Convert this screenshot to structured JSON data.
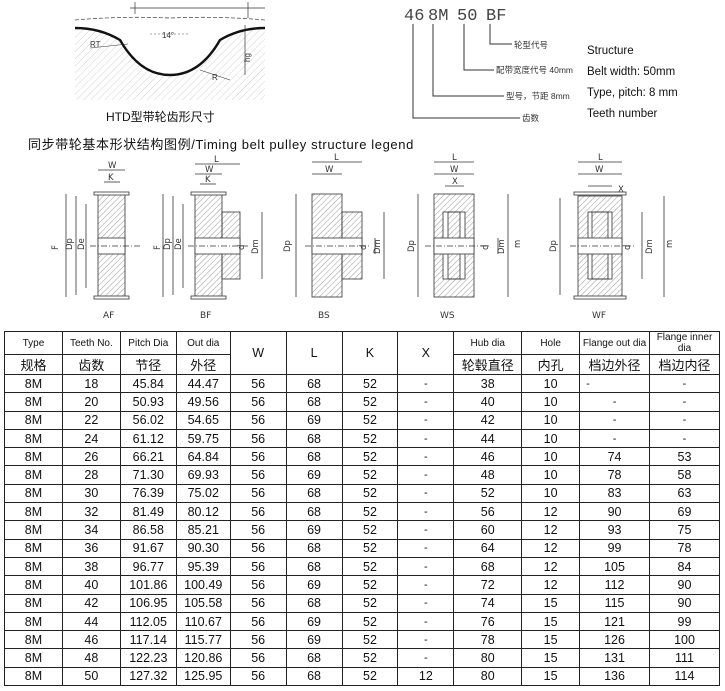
{
  "tooth_profile": {
    "caption": "HTD型带轮齿形尺寸",
    "labels": {
      "angle": "14°",
      "rt": "RT",
      "r": "R",
      "hg": "hg"
    }
  },
  "designation": {
    "codes": {
      "teeth": "46",
      "pitch": "8M",
      "width": "50",
      "type": "BF"
    },
    "cn_labels": {
      "type": "轮型代号",
      "width": "配带宽度代号 40mm",
      "pitch": "型号，节距 8mm",
      "teeth": "齿数"
    },
    "en_labels": {
      "structure": "Structure",
      "width": "Belt width: 50mm",
      "type": "Type, pitch: 8 mm",
      "teeth": "Teeth number"
    }
  },
  "section_title": "同步带轮基本形状结构图例/Timing belt pulley structure legend",
  "figures": [
    {
      "label": "AF"
    },
    {
      "label": "BF"
    },
    {
      "label": "BS"
    },
    {
      "label": "WS"
    },
    {
      "label": "WF"
    }
  ],
  "dim_labels": {
    "L": "L",
    "W": "W",
    "K": "K",
    "X": "X",
    "F": "F",
    "Dp": "Dp",
    "De": "De",
    "Dm": "Dm",
    "d": "d",
    "m": "m"
  },
  "table": {
    "headers_en": [
      "Type",
      "Teeth No.",
      "Pitch Dia",
      "Out dia",
      "W",
      "L",
      "K",
      "X",
      "Hub dia",
      "Hole",
      "Flange out dia",
      "Flange inner dia"
    ],
    "headers_cn": [
      "规格",
      "齿数",
      "节径",
      "外径",
      "",
      "",
      "",
      "",
      "轮毂直径",
      "内孔",
      "档边外径",
      "档边内径"
    ],
    "rows": [
      [
        "8M",
        "18",
        "45.84",
        "44.47",
        "56",
        "68",
        "52",
        "-",
        "38",
        "10",
        "-",
        "-"
      ],
      [
        "8M",
        "20",
        "50.93",
        "49.56",
        "56",
        "68",
        "52",
        "-",
        "40",
        "10",
        "-",
        "-"
      ],
      [
        "8M",
        "22",
        "56.02",
        "54.65",
        "56",
        "69",
        "52",
        "-",
        "42",
        "10",
        "-",
        "-"
      ],
      [
        "8M",
        "24",
        "61.12",
        "59.75",
        "56",
        "68",
        "52",
        "-",
        "44",
        "10",
        "-",
        "-"
      ],
      [
        "8M",
        "26",
        "66.21",
        "64.84",
        "56",
        "68",
        "52",
        "-",
        "46",
        "10",
        "74",
        "53"
      ],
      [
        "8M",
        "28",
        "71.30",
        "69.93",
        "56",
        "69",
        "52",
        "-",
        "48",
        "10",
        "78",
        "58"
      ],
      [
        "8M",
        "30",
        "76.39",
        "75.02",
        "56",
        "68",
        "52",
        "-",
        "52",
        "10",
        "83",
        "63"
      ],
      [
        "8M",
        "32",
        "81.49",
        "80.12",
        "56",
        "68",
        "52",
        "-",
        "56",
        "12",
        "90",
        "69"
      ],
      [
        "8M",
        "34",
        "86.58",
        "85.21",
        "56",
        "69",
        "52",
        "-",
        "60",
        "12",
        "93",
        "75"
      ],
      [
        "8M",
        "36",
        "91.67",
        "90.30",
        "56",
        "68",
        "52",
        "-",
        "64",
        "12",
        "99",
        "78"
      ],
      [
        "8M",
        "38",
        "96.77",
        "95.39",
        "56",
        "68",
        "52",
        "-",
        "68",
        "12",
        "105",
        "84"
      ],
      [
        "8M",
        "40",
        "101.86",
        "100.49",
        "56",
        "69",
        "52",
        "-",
        "72",
        "12",
        "112",
        "90"
      ],
      [
        "8M",
        "42",
        "106.95",
        "105.58",
        "56",
        "68",
        "52",
        "-",
        "74",
        "15",
        "115",
        "90"
      ],
      [
        "8M",
        "44",
        "112.05",
        "110.67",
        "56",
        "69",
        "52",
        "-",
        "76",
        "15",
        "121",
        "99"
      ],
      [
        "8M",
        "46",
        "117.14",
        "115.77",
        "56",
        "69",
        "52",
        "-",
        "78",
        "15",
        "126",
        "100"
      ],
      [
        "8M",
        "48",
        "122.23",
        "120.86",
        "56",
        "68",
        "52",
        "-",
        "80",
        "15",
        "131",
        "111"
      ],
      [
        "8M",
        "50",
        "127.32",
        "125.95",
        "56",
        "68",
        "52",
        "12",
        "80",
        "15",
        "136",
        "114"
      ]
    ]
  }
}
